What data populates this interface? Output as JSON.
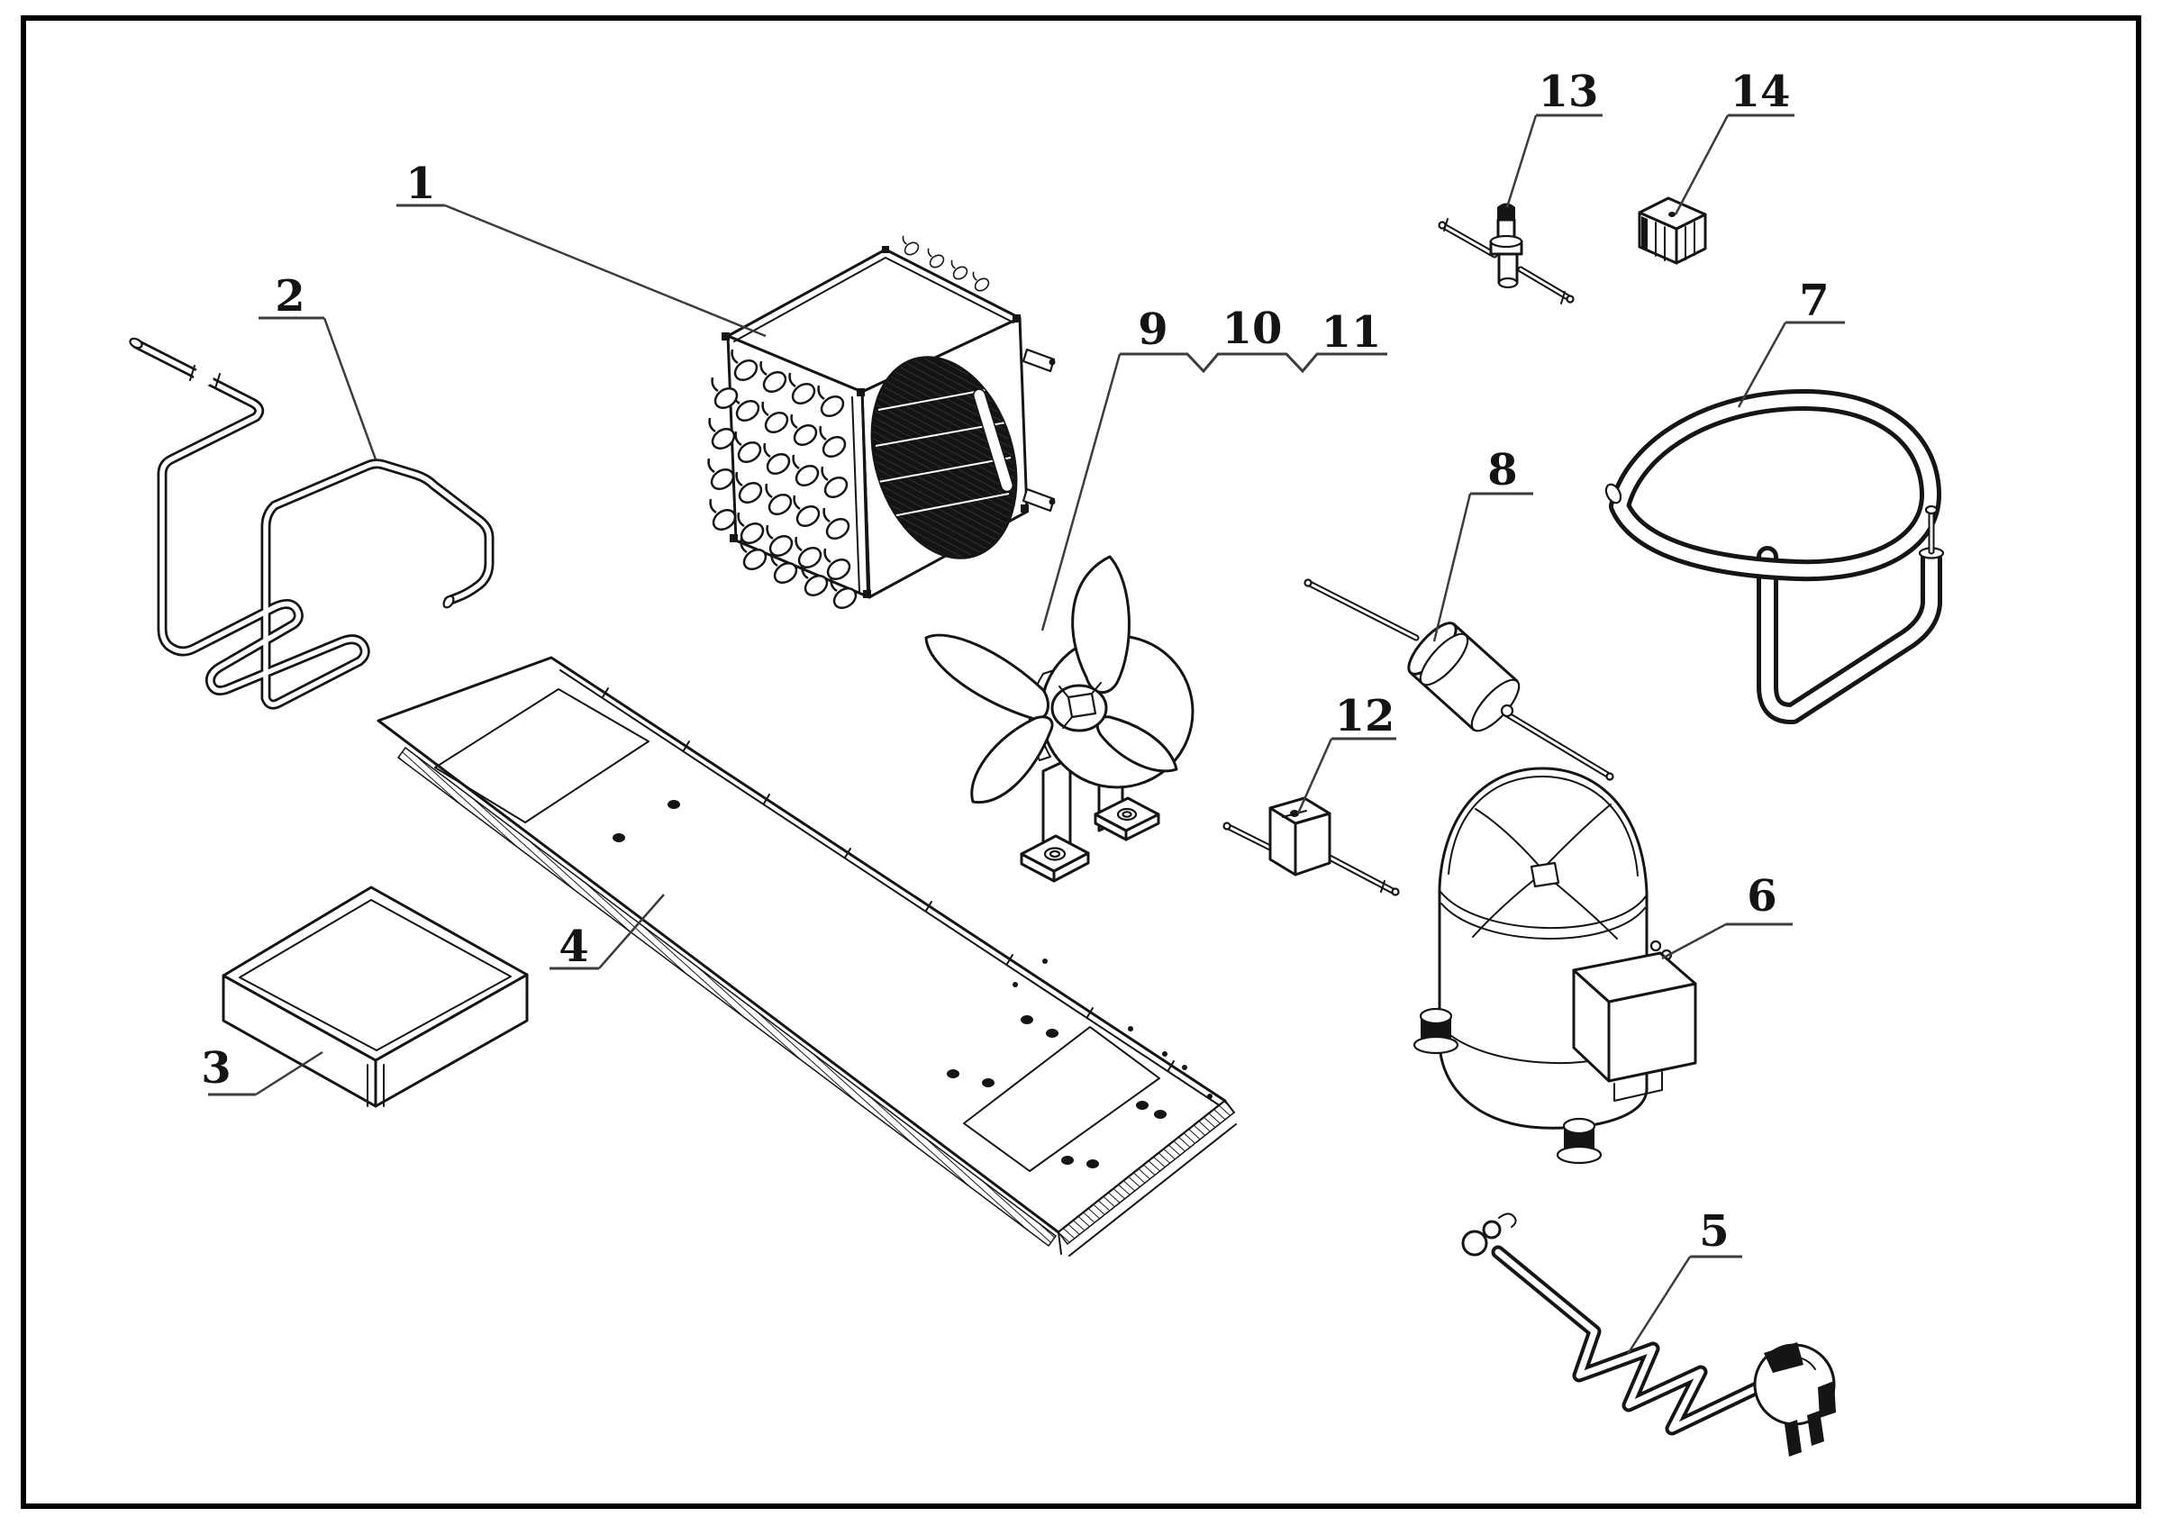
{
  "figure": {
    "type": "exploded-parts-diagram",
    "colors": {
      "line": "#151515",
      "background": "#ffffff",
      "leader": "#3c3c3c"
    },
    "callouts": [
      {
        "number": "1",
        "part": "condenser-coil"
      },
      {
        "number": "2",
        "part": "condenser-connecting-tube"
      },
      {
        "number": "3",
        "part": "drip-tray"
      },
      {
        "number": "4",
        "part": "base-plate"
      },
      {
        "number": "5",
        "part": "power-cord-with-plug"
      },
      {
        "number": "6",
        "part": "compressor"
      },
      {
        "number": "7",
        "part": "discharge-tube-loop"
      },
      {
        "number": "8",
        "part": "filter-drier"
      },
      {
        "number": "9",
        "part": "fan-blade"
      },
      {
        "number": "10",
        "part": "fan-motor"
      },
      {
        "number": "11",
        "part": "fan-motor-bracket"
      },
      {
        "number": "12",
        "part": "service-valve"
      },
      {
        "number": "13",
        "part": "charging-valve"
      },
      {
        "number": "14",
        "part": "cable-grommet"
      }
    ]
  }
}
